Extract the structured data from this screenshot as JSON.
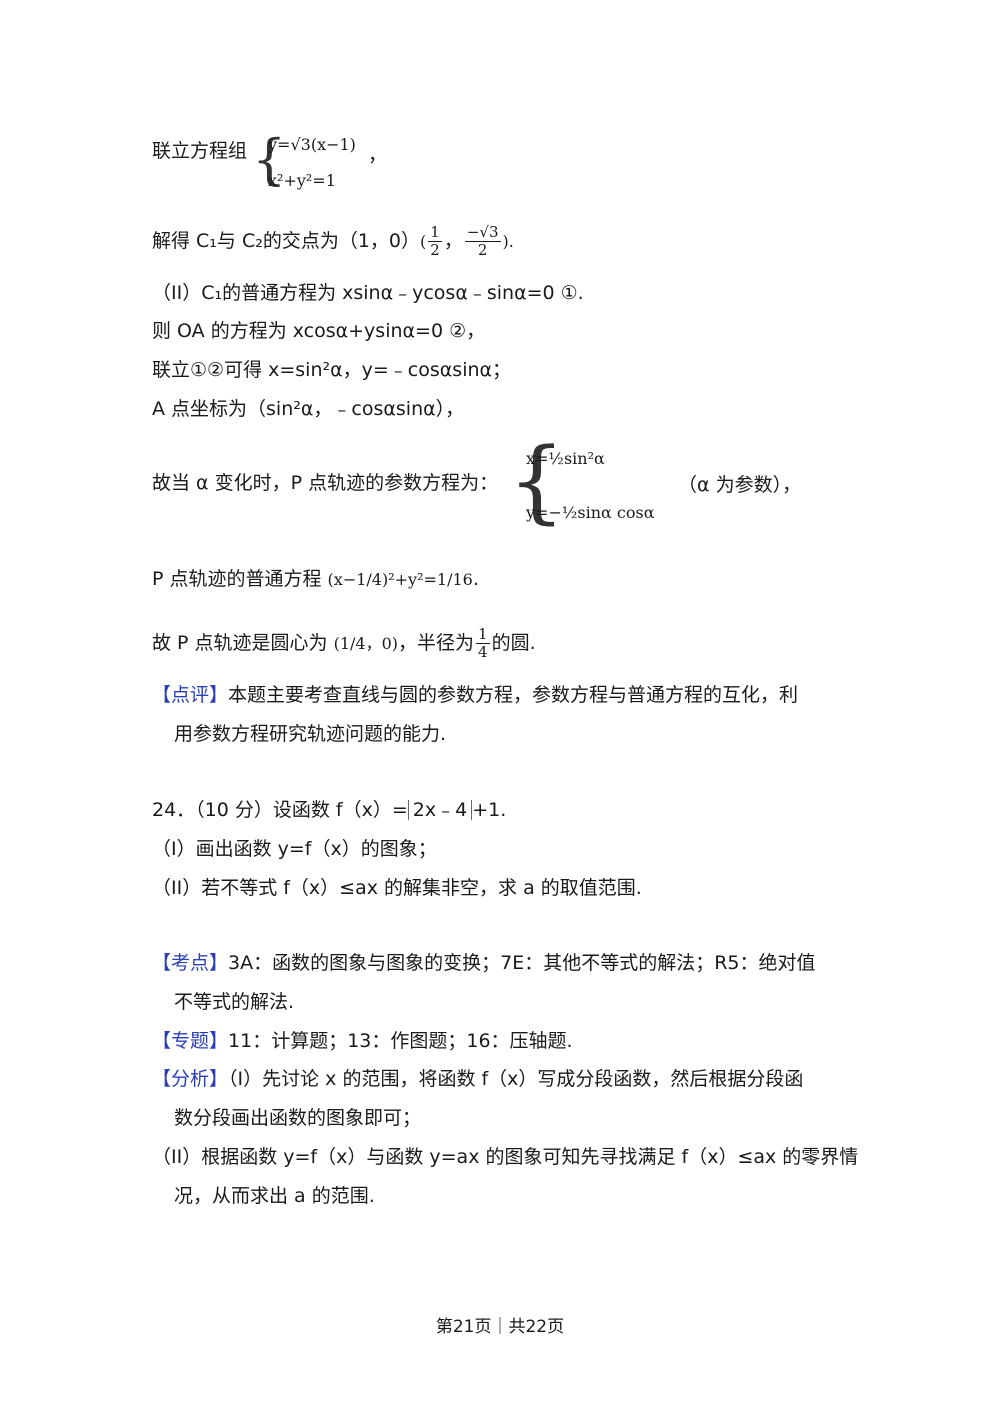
{
  "lines": {
    "l1_prefix": "联立方程组",
    "l1_eq1": "y=√3(x−1)",
    "l1_eq2": "x²+y²=1",
    "l1_suffix": "，",
    "l2_prefix": "解得 C₁与 C₂的交点为（1，0）",
    "l2_f1n": "1",
    "l2_f1d": "2",
    "l2_sep": "，",
    "l2_f2n": "−√3",
    "l2_f2d": "2",
    "l2_suffix": ").",
    "l3": "（II）C₁的普通方程为 xsinα﹣ycosα﹣sinα=0 ①.",
    "l4": "则 OA 的方程为 xcosα+ysinα=0 ②，",
    "l5": "联立①②可得 x=sin²α，y=﹣cosαsinα；",
    "l6": "A 点坐标为（sin²α，﹣cosαsinα），",
    "l7_prefix": "故当 α 变化时，P 点轨迹的参数方程为：",
    "l7_eq1": "x=½sin²α",
    "l7_eq2": "y=−½sinα cosα",
    "l7_suffix": "（α 为参数），",
    "l8_prefix": "P 点轨迹的普通方程",
    "l8_eq": "(x−1/4)²+y²=1/16",
    "l8_suffix": ".",
    "l9_prefix": "故 P 点轨迹是圆心为",
    "l9_center": "(1/4，0)",
    "l9_mid": "，半径为",
    "l9_rn": "1",
    "l9_rd": "4",
    "l9_suffix": "的圆.",
    "review_tag": "【点评】",
    "review_text1": "本题主要考查直线与圆的参数方程，参数方程与普通方程的互化，利",
    "review_text2": "用参数方程研究轨迹问题的能力.",
    "q24": "24．（10 分）设函数 f（x）=",
    "q24_abs": "2x﹣4",
    "q24_tail": "+1.",
    "q24_i": "（I）画出函数 y=f（x）的图象；",
    "q24_ii": "（II）若不等式 f（x）≤ax 的解集非空，求 a 的取值范围.",
    "kaodian_tag": "【考点】",
    "kaodian_text1": "3A：函数的图象与图象的变换；7E：其他不等式的解法；R5：绝对值",
    "kaodian_text2": "不等式的解法.",
    "zhuanti_tag": "【专题】",
    "zhuanti_text": "11：计算题；13：作图题；16：压轴题.",
    "fenxi_tag": "【分析】",
    "fenxi_text1": "（I）先讨论 x 的范围，将函数 f（x）写成分段函数，然后根据分段函",
    "fenxi_text2": "数分段画出函数的图象即可；",
    "fenxi_text3": "（II）根据函数 y=f（x）与函数 y=ax 的图象可知先寻找满足 f（x）≤ax 的零界情",
    "fenxi_text4": "况，从而求出 a 的范围."
  },
  "footer": "第21页｜共22页",
  "colors": {
    "tag": "#2a3fb8",
    "text": "#1a1a1a"
  }
}
